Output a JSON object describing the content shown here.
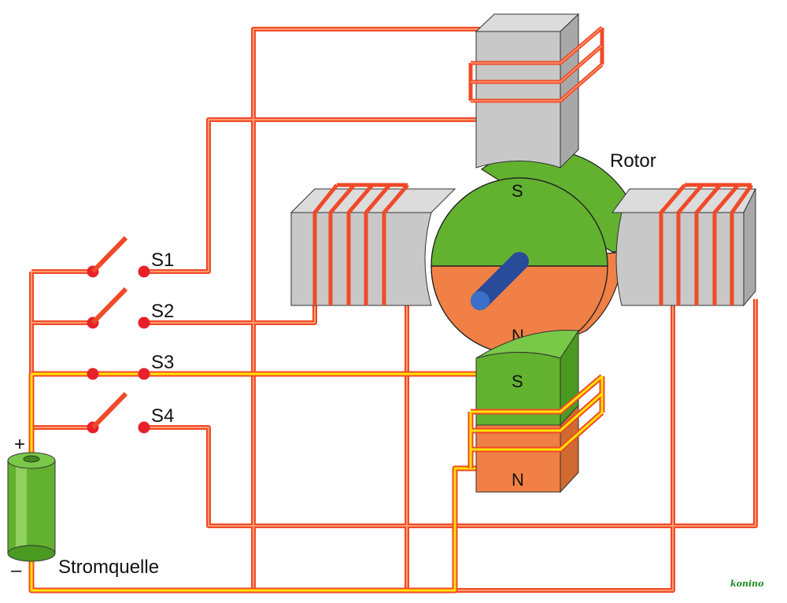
{
  "labels": {
    "rotor": "Rotor",
    "source": "Stromquelle",
    "plus": "+",
    "minus": "–",
    "switches": [
      "S1",
      "S2",
      "S3",
      "S4"
    ],
    "rotor_top_pole": "S",
    "rotor_bottom_pole": "N",
    "stator_bottom_top_pole": "S",
    "stator_bottom_bottom_pole": "N"
  },
  "signature": "konino",
  "switch_states": {
    "S1": "open",
    "S2": "open",
    "S3": "closed",
    "S4": "open"
  },
  "colors": {
    "wire": "#f04a28",
    "wire_core": "#ff9a70",
    "active_wire": "#ffe400",
    "stator": "#c8c8c8",
    "green_pole": "#62b22f",
    "orange_pole": "#f08045",
    "shaft": "#2a4a9a"
  }
}
